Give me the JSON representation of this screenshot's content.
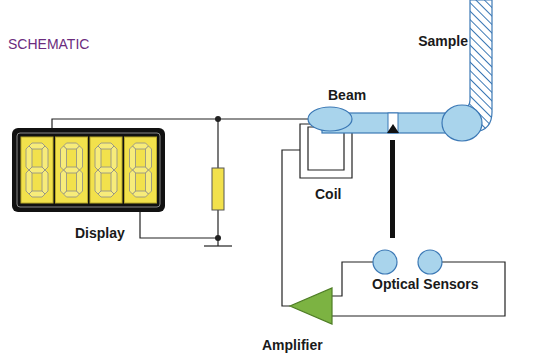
{
  "diagram": {
    "title": "SCHEMATIC",
    "labels": [
      "Sample",
      "Beam",
      "Coil",
      "Display",
      "Optical Sensors",
      "Amplifier"
    ]
  }
}
